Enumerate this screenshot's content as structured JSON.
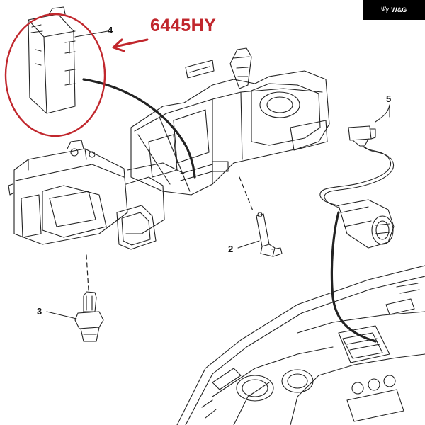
{
  "brand": {
    "mark": "Ψγ",
    "name": "W&G"
  },
  "ref_code": "6445HY",
  "labels": {
    "p2": "2",
    "p3": "3",
    "p4": "4",
    "p5": "5"
  },
  "colors": {
    "highlight": "#c1272d",
    "ink": "#222222",
    "brand_bg": "#000000"
  }
}
